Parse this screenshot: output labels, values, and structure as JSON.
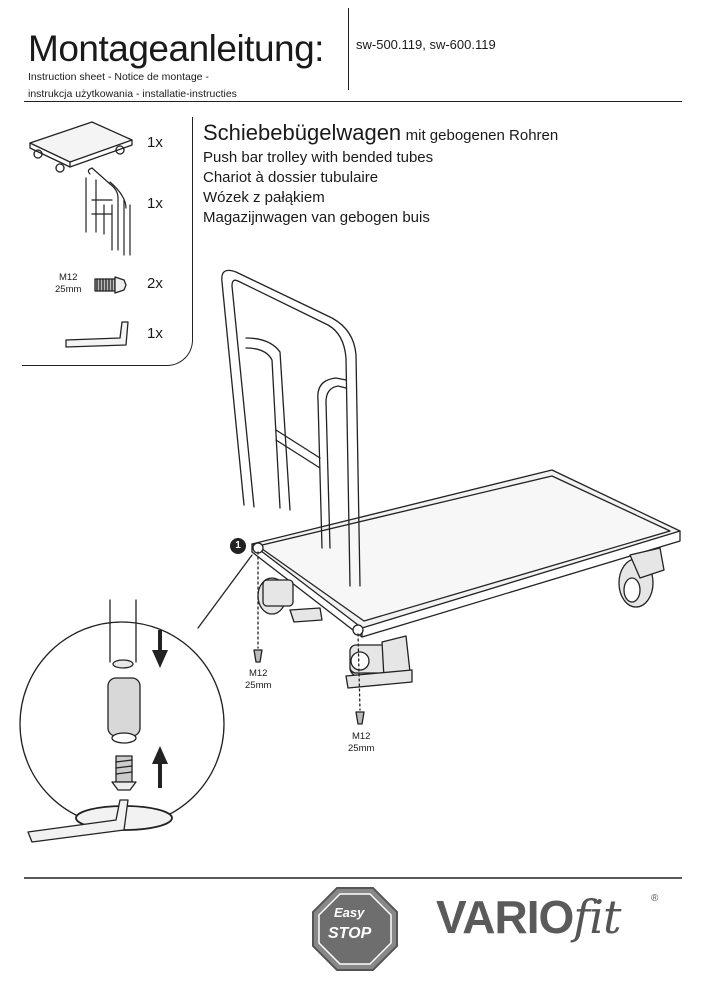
{
  "header": {
    "title": "Montageanleitung:",
    "model_numbers": "sw-500.119, sw-600.119",
    "subtitle_line1": "Instruction sheet - Notice de montage  -",
    "subtitle_line2": "instrukcja użytkowania - installatie-instructies"
  },
  "parts": [
    {
      "icon": "trolley-base-icon",
      "qty": "1x"
    },
    {
      "icon": "push-bar-icon",
      "qty": "1x"
    },
    {
      "icon": "screw-icon",
      "qty": "2x",
      "size_line1": "M12",
      "size_line2": "25mm"
    },
    {
      "icon": "allen-key-icon",
      "qty": "1x"
    }
  ],
  "product": {
    "name_de": "Schiebebügelwagen",
    "name_de_suffix": "mit gebogenen Rohren",
    "name_en": "Push bar trolley with bended tubes",
    "name_fr": "Chariot à dossier tubulaire",
    "name_pl": "Wózek z pałąkiem",
    "name_nl": "Magazijnwagen van gebogen buis"
  },
  "diagram": {
    "step_number": "1",
    "screw_label_left_1": "M12",
    "screw_label_left_2": "25mm",
    "screw_label_right_1": "M12",
    "screw_label_right_2": "25mm"
  },
  "footer": {
    "badge_line1": "Easy",
    "badge_line2": "STOP",
    "brand_part1": "VARIO",
    "brand_part2": "fit",
    "brand_mark": "®"
  }
}
